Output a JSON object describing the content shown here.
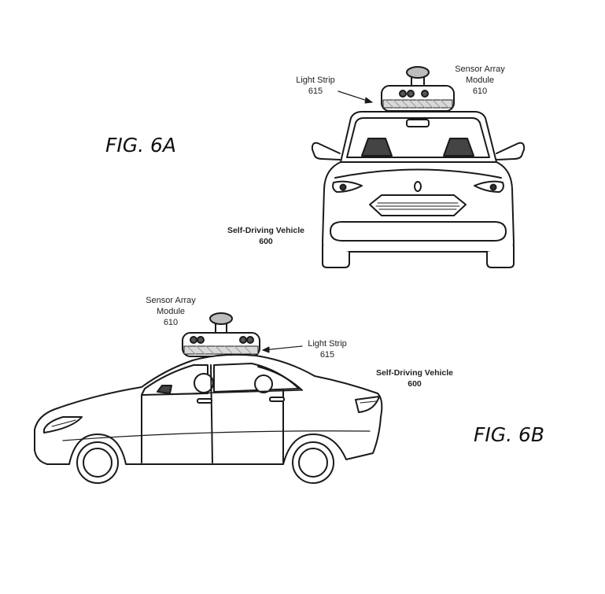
{
  "fig6a": {
    "title": "FIG. 6A",
    "light_strip": {
      "name": "Light Strip",
      "number": "615"
    },
    "sensor_array": {
      "line1": "Sensor Array",
      "line2": "Module",
      "number": "610"
    },
    "vehicle": {
      "name": "Self-Driving Vehicle",
      "number": "600"
    }
  },
  "fig6b": {
    "title": "FIG. 6B",
    "light_strip": {
      "name": "Light Strip",
      "number": "615"
    },
    "sensor_array": {
      "line1": "Sensor Array",
      "line2": "Module",
      "number": "610"
    },
    "vehicle": {
      "name": "Self-Driving Vehicle",
      "number": "600"
    }
  }
}
